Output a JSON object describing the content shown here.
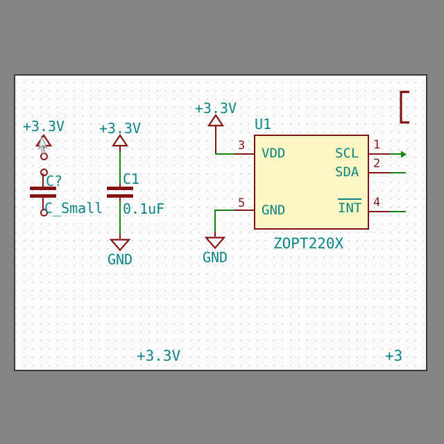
{
  "app": {
    "view": "schematic-editor-canvas"
  },
  "colors": {
    "desk_gray": "#858585",
    "canvas_bg": "#fbfbfb",
    "wire_green": "#118311",
    "symbol_maroon": "#841414",
    "field_teal": "#0b8484",
    "ic_fill": "#fcf7c3"
  },
  "power": {
    "p1": "+3.3V",
    "p2": "+3.3V",
    "p3": "+3.3V"
  },
  "grounds": {
    "g1": "GND",
    "g2": "GND"
  },
  "caps": {
    "c_unplaced": {
      "ref": "C?",
      "value": "C_Small"
    },
    "c1": {
      "ref": "C1",
      "value": "0.1uF"
    }
  },
  "ic": {
    "ref": "U1",
    "value": "ZOPT220X",
    "pins": {
      "p3": {
        "num": "3",
        "name": "VDD"
      },
      "p5": {
        "num": "5",
        "name": "GND"
      },
      "p1": {
        "num": "1",
        "name": "SCL"
      },
      "p2": {
        "num": "2",
        "name": "SDA"
      },
      "p4": {
        "num": "4",
        "name": "INT"
      }
    }
  },
  "stray": {
    "bottom_center": "+3.3V",
    "bottom_right": "+3"
  }
}
